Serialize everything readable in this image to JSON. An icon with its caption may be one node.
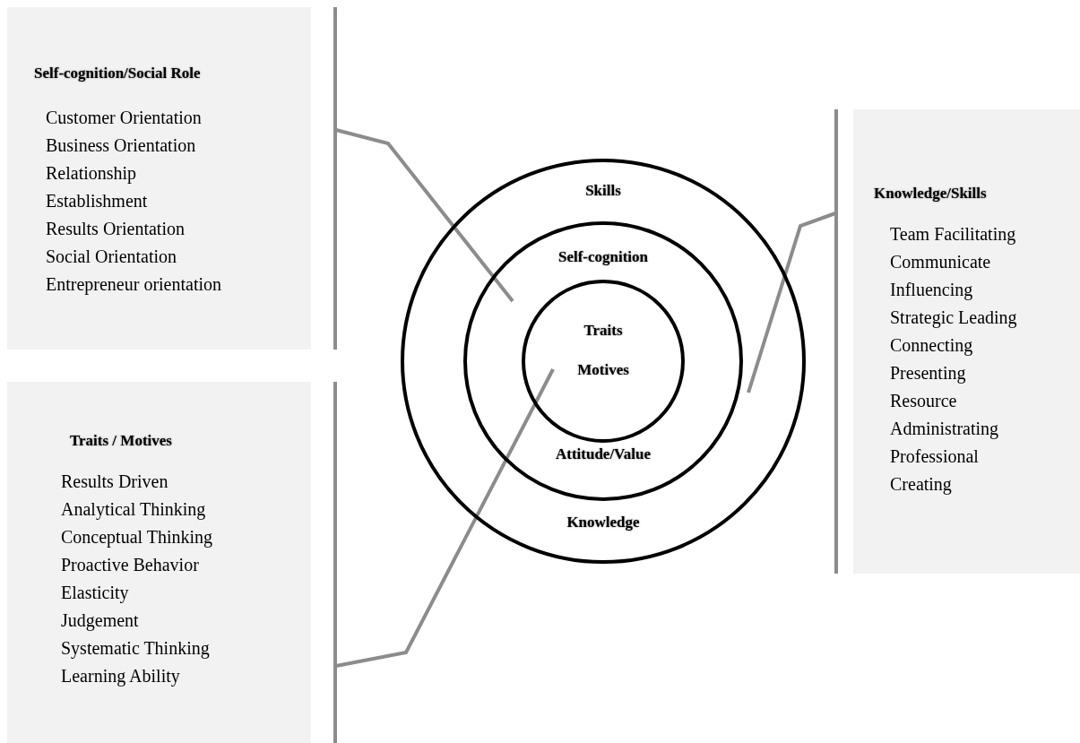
{
  "diagram": {
    "nodes": [
      {
        "text": [
          "Self-cognition/Social Role",
          "Customer Orientation",
          "Business Orientation",
          "Relationship",
          "Establishment",
          "Results Orientation",
          "Social Orientation",
          "Entrepreneur orientation"
        ]
      },
      {
        "text": [
          "Knowledge/Skills",
          "Team Facilitating",
          "Communicate",
          "Influencing",
          "Strategic Leading",
          "Connecting",
          "Presenting",
          "Resource",
          "Administrating",
          "Professional",
          "Creating"
        ]
      },
      {
        "text": [
          "Skills",
          "Knowledge"
        ]
      },
      {
        "text": [
          "Self-cognition",
          "Attitude/Value"
        ],
        "in": 2
      },
      {
        "text": [
          "Traits",
          "Motives"
        ],
        "in": 3
      },
      {
        "text": [
          "Traits / Motives",
          "Results Driven",
          "Analytical Thinking",
          "Conceptual Thinking",
          "Proactive Behavior",
          "Elasticity",
          "Judgement",
          "Systematic Thinking",
          "Learning Ability"
        ]
      }
    ],
    "edges": [
      {
        "from": 0,
        "to": 3,
        "arrow": "none"
      },
      {
        "from": 1,
        "to": 2,
        "arrow": "none"
      },
      {
        "from": 5,
        "to": 4,
        "arrow": "none"
      }
    ]
  }
}
